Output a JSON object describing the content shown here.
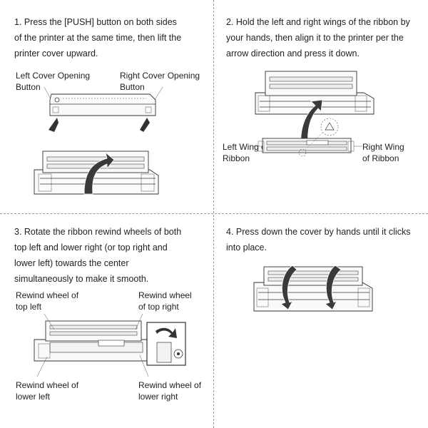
{
  "steps": [
    {
      "text": "1. Press the [PUSH] button on both sides of the printer at the same time, then lift the printer cover upward.",
      "labels": {
        "left": "Left Cover Opening Button",
        "right": "Right Cover Opening Button"
      }
    },
    {
      "text": "2. Hold the left and right wings of the ribbon by your hands, then align it to the printer per the arrow direction and press it down.",
      "labels": {
        "left": "Left Wing of Ribbon",
        "right": "Right Wing of Ribbon"
      }
    },
    {
      "text": "3. Rotate the ribbon rewind wheels of both top left and lower right (or top right and lower left) towards the center simultaneously to make it smooth.",
      "labels": {
        "top_left": "Rewind wheel of top left",
        "top_right": "Rewind wheel of top right",
        "lower_left": "Rewind wheel of lower left",
        "lower_right": "Rewind wheel of lower right"
      }
    },
    {
      "text": "4. Press down the cover by hands until it clicks into place."
    }
  ]
}
